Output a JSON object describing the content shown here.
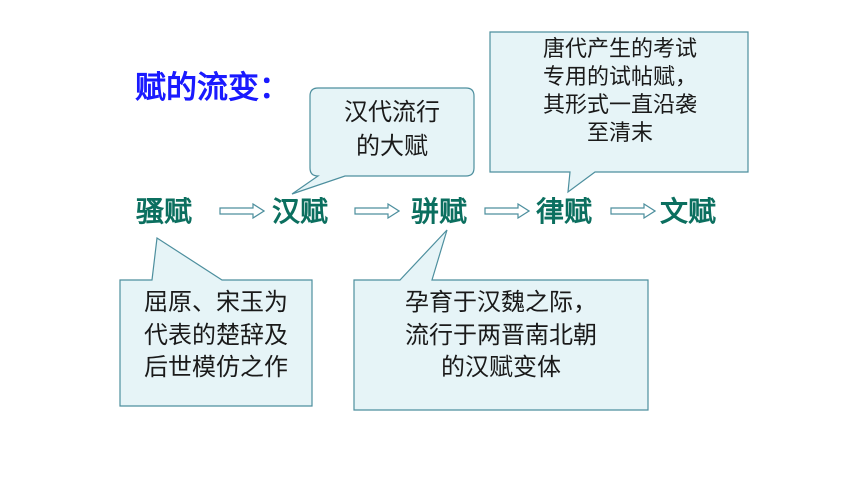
{
  "title": "赋的流变：",
  "stages": [
    "骚赋",
    "汉赋",
    "骈赋",
    "律赋",
    "文赋"
  ],
  "callouts": {
    "han": [
      "汉代流行",
      "的大赋"
    ],
    "lu": [
      "唐代产生的考试",
      "专用的试帖赋，",
      "其形式一直沿袭",
      "至清末"
    ],
    "sao": [
      "屈原、宋玉为",
      "代表的楚辞及",
      "后世模仿之作"
    ],
    "pian": [
      "孕育于汉魏之际，",
      "流行于两晋南北朝",
      "的汉赋变体"
    ]
  },
  "colors": {
    "title": "#1a1aff",
    "stage": "#0b6f5f",
    "callout_fill": "#e6f4f7",
    "callout_stroke": "#4d8f9e",
    "arrow_stroke": "#4d8f9e"
  }
}
